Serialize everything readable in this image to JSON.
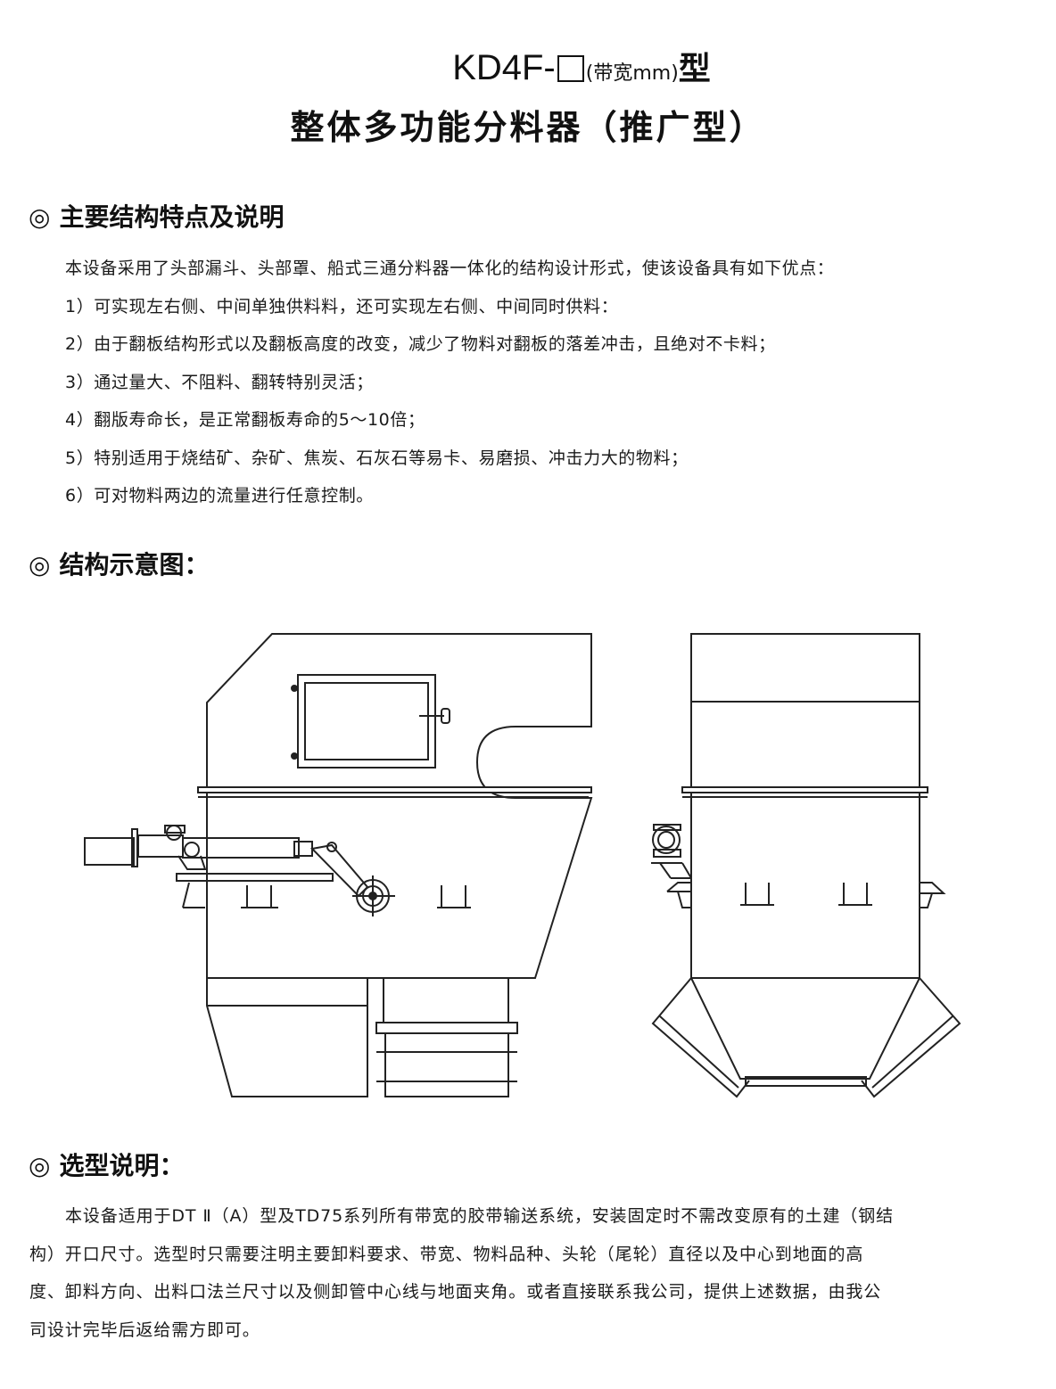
{
  "title": {
    "model_prefix": "KD4F-",
    "model_note": "(带宽mm)",
    "model_suffix": "型",
    "name": "整体多功能分料器（推广型）"
  },
  "sections": {
    "features": {
      "mark": "◎",
      "heading": "主要结构特点及说明",
      "lines": [
        "本设备采用了头部漏斗、头部罩、船式三通分料器一体化的结构设计形式，使该设备具有如下优点：",
        "1）可实现左右侧、中间单独供料料，还可实现左右侧、中间同时供料：",
        "2）由于翻板结构形式以及翻板高度的改变，减少了物料对翻板的落差冲击，且绝对不卡料；",
        "3）通过量大、不阻料、翻转特别灵活；",
        "4）翻版寿命长，是正常翻板寿命的5～10倍；",
        "5）特别适用于烧结矿、杂矿、焦炭、石灰石等易卡、易磨损、冲击力大的物料；",
        "6）可对物料两边的流量进行任意控制。"
      ]
    },
    "diagram": {
      "mark": "◎",
      "heading": "结构示意图："
    },
    "selection": {
      "mark": "◎",
      "heading": "选型说明：",
      "lines": [
        "本设备适用于DT Ⅱ（A）型及TD75系列所有带宽的胶带输送系统，安装固定时不需改变原有的土建（钢结",
        "构）开口尺寸。选型时只需要注明主要卸料要求、带宽、物料品种、头轮（尾轮）直径以及中心到地面的高",
        "度、卸料方向、出料口法兰尺寸以及侧卸管中心线与地面夹角。或者直接联系我公司，提供上述数据，由我公",
        "司设计完毕后返给需方即可。"
      ]
    }
  }
}
